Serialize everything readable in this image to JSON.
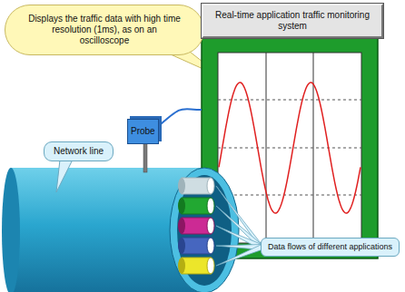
{
  "diagram": {
    "nodes": [
      {
        "text": [
          "Displays the traffic data with high time resolution (1ms), as on an oscilloscope"
        ]
      },
      {
        "text": [
          "Real-time application traffic monitoring system"
        ]
      },
      {
        "text": [
          "Network line"
        ]
      },
      {
        "text": [
          "Probe"
        ]
      },
      {
        "text": [
          "Data flows of different applications"
        ]
      }
    ],
    "edges": [
      {
        "from": 3,
        "to": 1,
        "arrow": "none"
      }
    ]
  }
}
